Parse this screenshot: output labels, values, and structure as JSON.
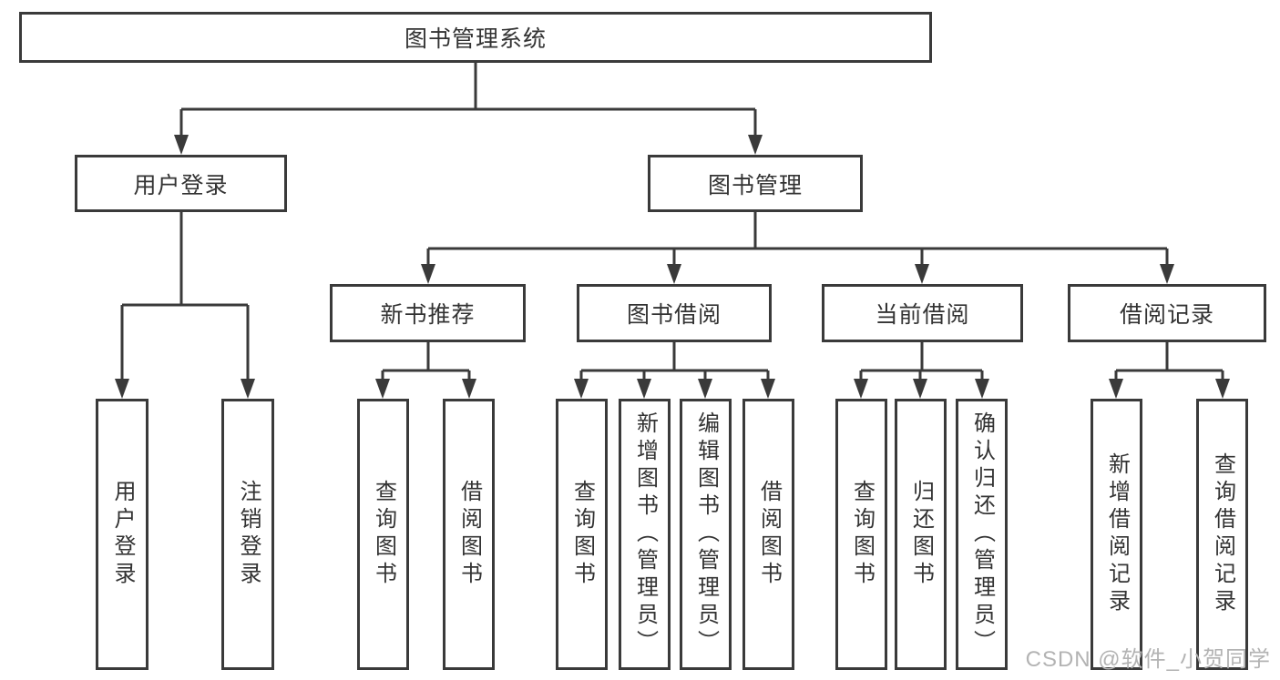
{
  "tree": {
    "root": {
      "label": "图书管理系统"
    },
    "children": [
      {
        "label": "用户登录",
        "children": [
          {
            "label": "用户登录"
          },
          {
            "label": "注销登录"
          }
        ]
      },
      {
        "label": "图书管理",
        "children": [
          {
            "label": "新书推荐",
            "children": [
              {
                "label": "查询图书"
              },
              {
                "label": "借阅图书"
              }
            ]
          },
          {
            "label": "图书借阅",
            "children": [
              {
                "label": "查询图书"
              },
              {
                "label": "新增图书（管理员）"
              },
              {
                "label": "编辑图书（管理员）"
              },
              {
                "label": "借阅图书"
              }
            ]
          },
          {
            "label": "当前借阅",
            "children": [
              {
                "label": "查询图书"
              },
              {
                "label": "归还图书"
              },
              {
                "label": "确认归还（管理员）"
              }
            ]
          },
          {
            "label": "借阅记录",
            "children": [
              {
                "label": "新增借阅记录"
              },
              {
                "label": "查询借阅记录"
              }
            ]
          }
        ]
      }
    ]
  },
  "watermark": {
    "text": "CSDN @软件_小贺同学"
  },
  "colors": {
    "line": "#3a3a3a",
    "text": "#333333",
    "watermark": "#b3b3b3",
    "background": "#ffffff"
  }
}
